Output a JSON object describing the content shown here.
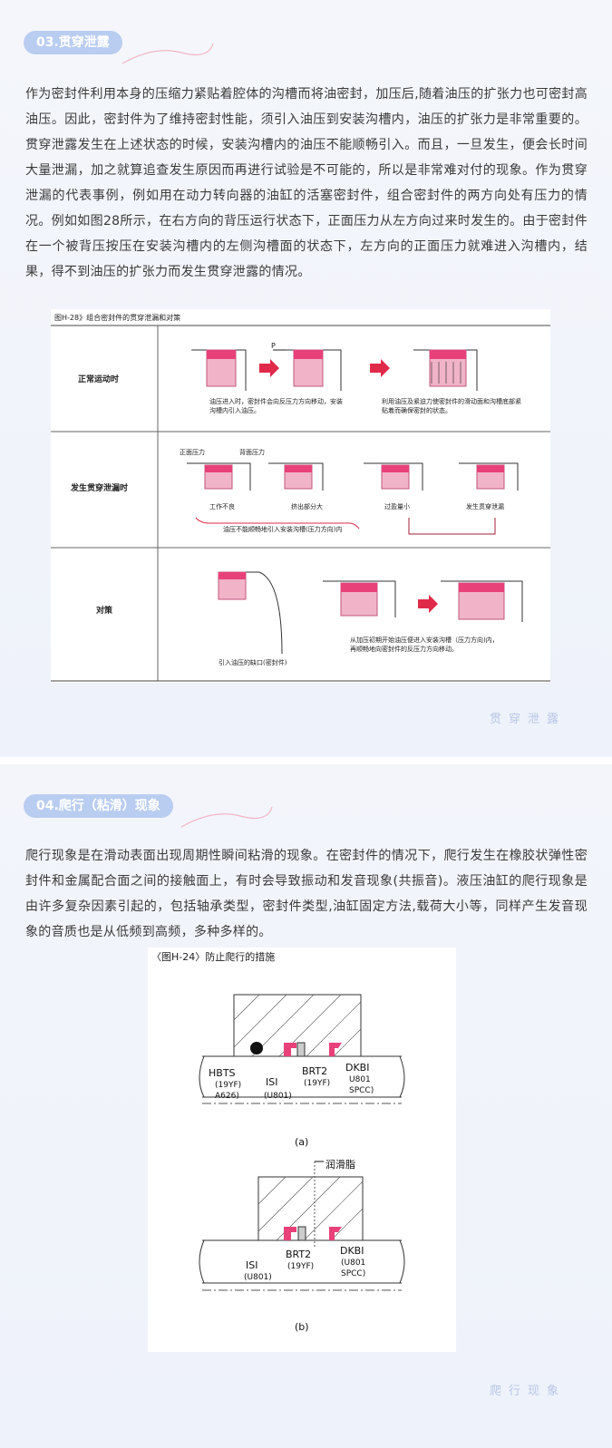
{
  "section1": {
    "tag": "03.贯穿泄露",
    "paragraph": "作为密封件利用本身的压缩力紧贴着腔体的沟槽而将油密封，加压后,随着油压的扩张力也可密封高油压。因此，密封件为了维持密封性能，须引入油压到安装沟槽内，油压的扩张力是非常重要的。贯穿泄露发生在上述状态的时候，安装沟槽内的油压不能顺畅引入。而且，一旦发生，便会长时间大量泄漏，加之就算追查发生原因而再进行试验是不可能的，所以是非常难对付的现象。作为贯穿泄漏的代表事例，例如用在动力转向器的油缸的活塞密封件，组合密封件的两方向处有压力的情况。例如如图28所示，在右方向的背压运行状态下，正面压力从左方向过来时发生的。由于密封件在一个被背压按压在安装沟槽内的左侧沟槽面的状态下，左方向的正面压力就难进入沟槽内，结果，得不到油压的扩张力而发生贯穿泄露的情况。",
    "figure": {
      "title": "图H-28》组合密封件的贯穿泄漏和对策",
      "rows": [
        {
          "label": "正常运动时",
          "note_left": "油压进入时，密封件会向反压力方向移动，安装沟槽内引入油压。",
          "note_right": "利用油压及紧迫力使密封件的滑动面和沟槽底部紧贴着而确保密封的状态。",
          "p_label": "P"
        },
        {
          "label": "发生贯穿泄漏时",
          "front_pressure": "正面压力",
          "back_pressure": "背面压力",
          "steps": [
            "工作不良",
            "挤出部分大",
            "过盈量小",
            "发生贯穿泄漏"
          ],
          "bottom_note": "油压不能顺畅地引入安装沟槽(压力方向)内"
        },
        {
          "label": "对策",
          "note_left": "引入油压的缺口(密封件)",
          "note_right": "从加压初期开始油压便进入安装沟槽（压力方向)内，再顺畅地向密封件的反压力方向移动。"
        }
      ]
    },
    "caption": "贯穿泄露"
  },
  "section2": {
    "tag": "04.爬行（粘滑）现象",
    "paragraph": "爬行现象是在滑动表面出现周期性瞬间粘滑的现象。在密封件的情况下，爬行发生在橡胶状弹性密封件和金属配合面之间的接触面上，有时会导致振动和发音现象(共振音)。液压油缸的爬行现象是由许多复杂因素引起的，包括轴承类型，密封件类型,油缸固定方法,载荷大小等，同样产生发音现象的音质也是从低频到高频，多种多样的。",
    "figure": {
      "title": "〈图H-24〉防止爬行的措施",
      "a": {
        "labels": [
          "HBTS",
          "(19YF)",
          "A626)",
          "ISI",
          "(U801)",
          "BRT2",
          "(19YF)",
          "DKBI",
          "U801",
          "SPCC)"
        ],
        "caption": "(a)"
      },
      "b": {
        "grease": "润滑脂",
        "labels": [
          "ISI",
          "(U801)",
          "BRT2",
          "(19YF)",
          "DKBI",
          "(U801",
          "SPCC)"
        ],
        "caption": "(b)"
      }
    },
    "caption": "爬行现象"
  },
  "colors": {
    "accent": "#b9cdf0",
    "seal": "#e8417a",
    "seal_light": "#f1b3c8",
    "arrow": "#e02a4a"
  }
}
